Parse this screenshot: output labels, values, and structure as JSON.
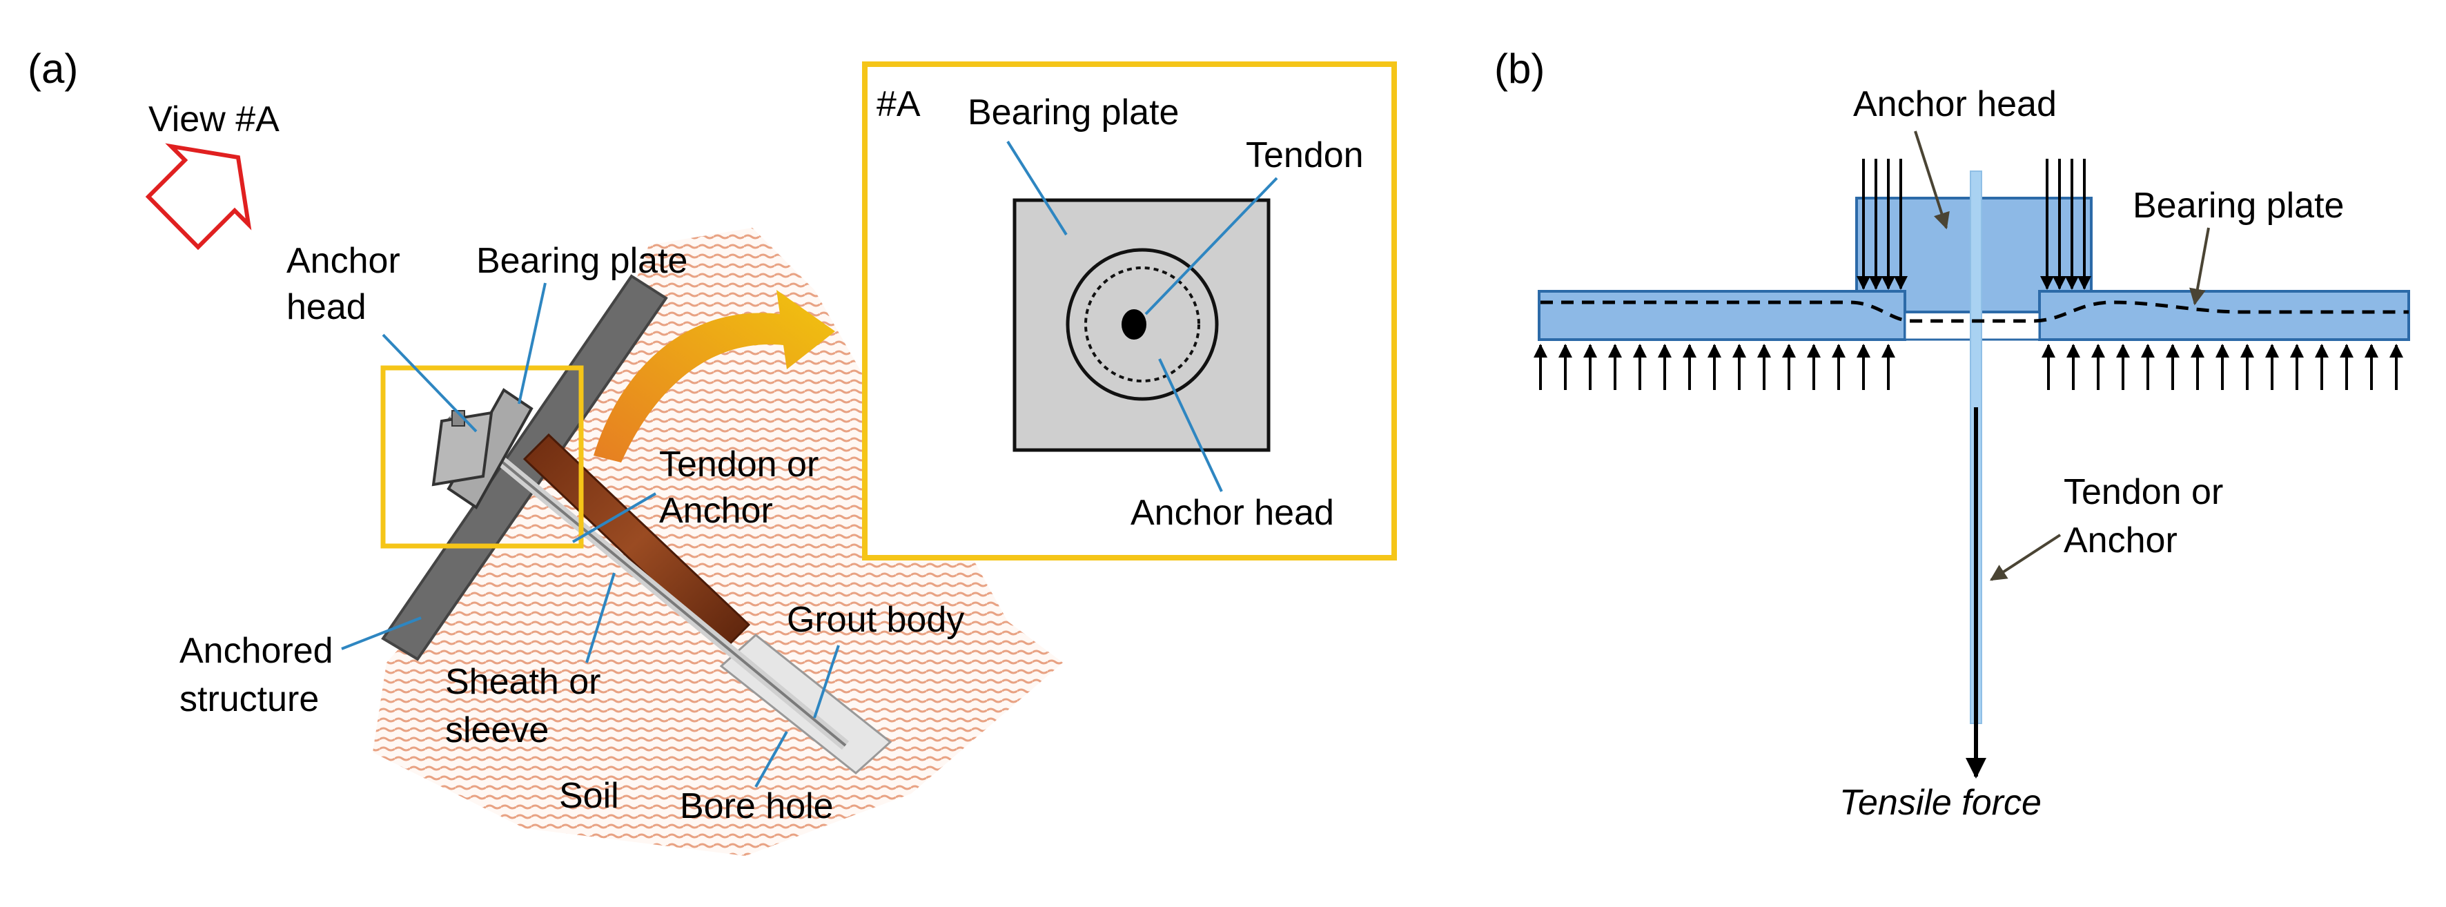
{
  "panel_a": {
    "label": "(a)",
    "view_label": "View #A",
    "anchor_head_line1": "Anchor",
    "anchor_head_line2": "head",
    "bearing_plate": "Bearing plate",
    "tendon_line1": "Tendon or",
    "tendon_line2": "Anchor",
    "anchored_line1": "Anchored",
    "anchored_line2": "structure",
    "sheath_line1": "Sheath or",
    "sheath_line2": "sleeve",
    "grout_body": "Grout body",
    "soil": "Soil",
    "bore_hole": "Bore hole",
    "inset": {
      "tag": "#A",
      "bearing_plate": "Bearing plate",
      "tendon": "Tendon",
      "anchor_head": "Anchor head"
    }
  },
  "panel_b": {
    "label": "(b)",
    "anchor_head": "Anchor head",
    "bearing_plate": "Bearing plate",
    "tendon_line1": "Tendon or",
    "tendon_line2": "Anchor",
    "tensile_force": "Tensile force"
  },
  "colors": {
    "highlight_box": "#F5C518",
    "leader_blue": "#2E86C1",
    "view_arrow": "#E02020",
    "plate_blue": "#8DB9E6",
    "soil_hatch": "#E9A98A",
    "grout": "#8B3A1A"
  }
}
